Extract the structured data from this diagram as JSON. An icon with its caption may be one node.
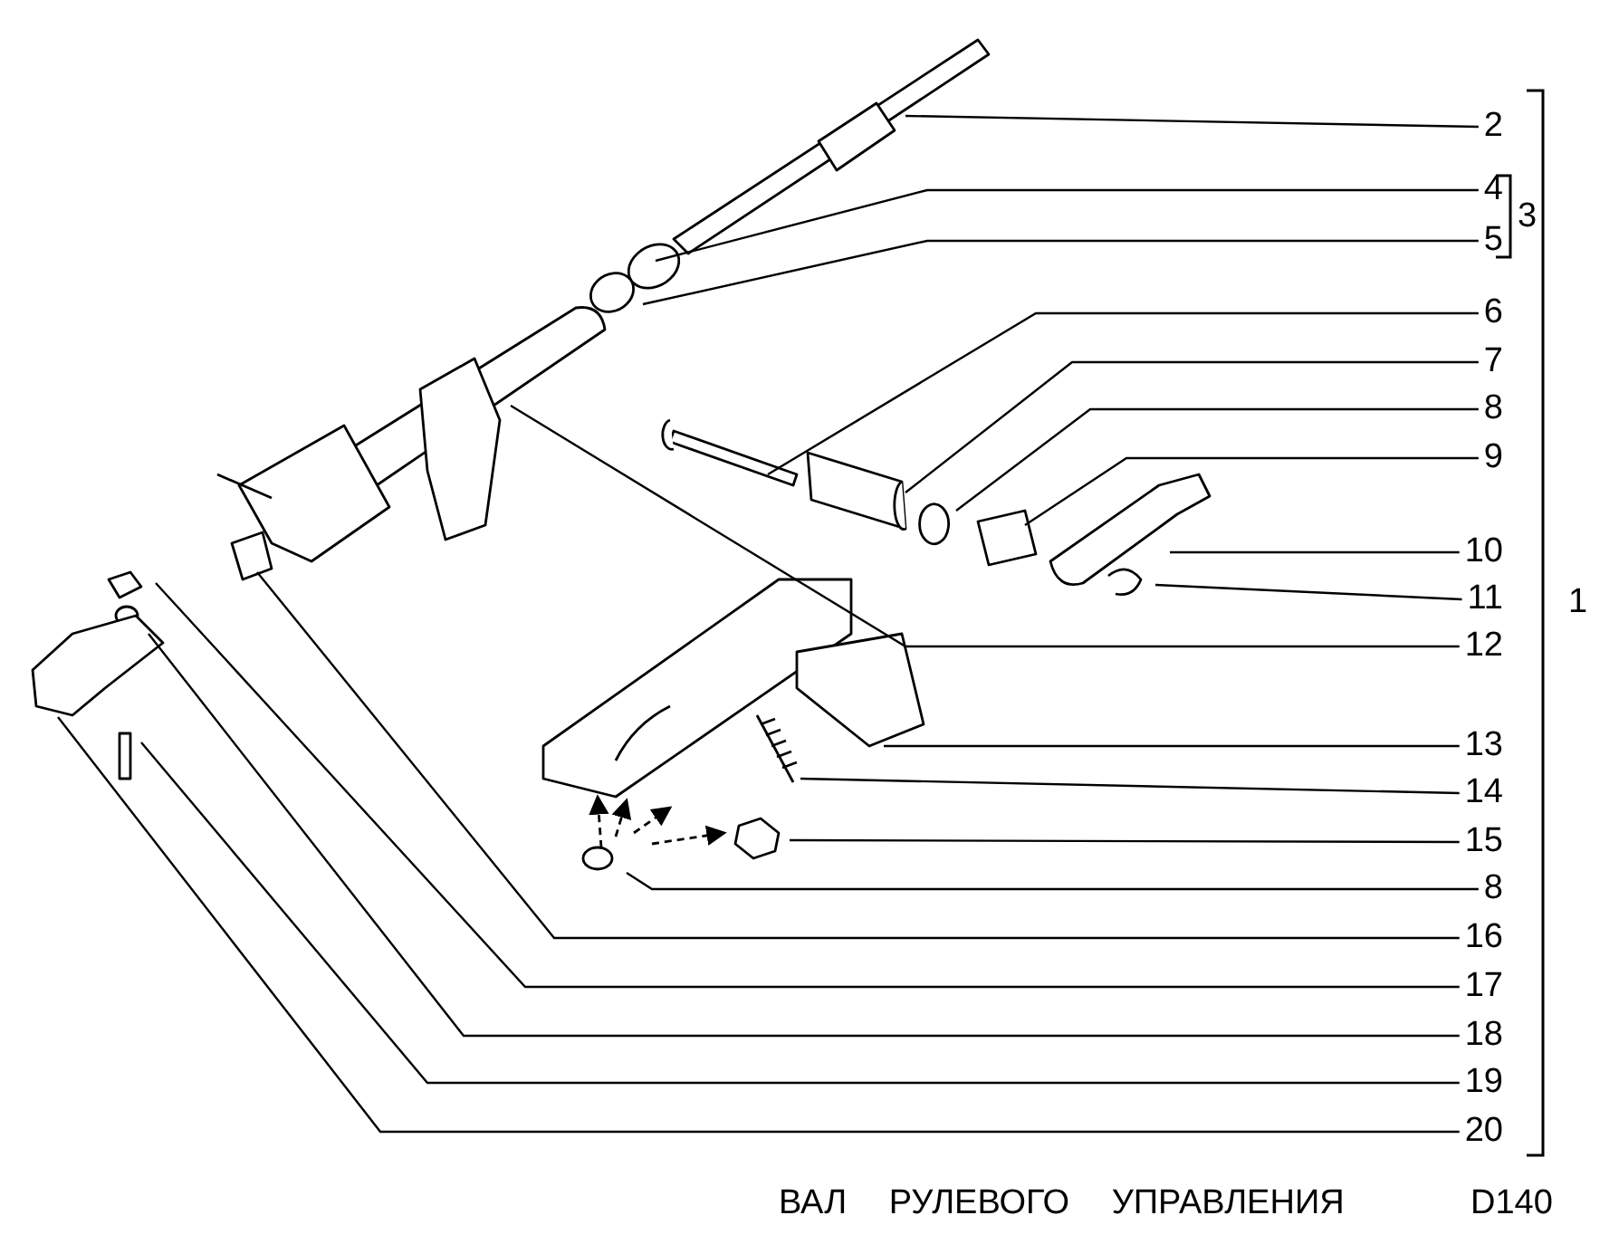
{
  "diagram": {
    "title": "ВАЛ РУЛЕВОГО УПРАВЛЕНИЯ",
    "nodes": [
      {
        "text": [
          "2"
        ]
      },
      {
        "text": [
          "4"
        ]
      },
      {
        "text": [
          "5"
        ]
      },
      {
        "text": [
          "6"
        ]
      },
      {
        "text": [
          "7"
        ]
      },
      {
        "text": [
          "8"
        ]
      },
      {
        "text": [
          "9"
        ]
      },
      {
        "text": [
          "10"
        ]
      },
      {
        "text": [
          "11"
        ]
      },
      {
        "text": [
          "12"
        ]
      },
      {
        "text": [
          "13"
        ]
      },
      {
        "text": [
          "14"
        ]
      },
      {
        "text": [
          "15"
        ]
      },
      {
        "text": [
          "8"
        ]
      },
      {
        "text": [
          "16"
        ]
      },
      {
        "text": [
          "17"
        ]
      },
      {
        "text": [
          "18"
        ]
      },
      {
        "text": [
          "19"
        ]
      },
      {
        "text": [
          "20"
        ]
      }
    ],
    "edges": [
      {
        "from": 0,
        "to": null,
        "arrow": "none"
      },
      {
        "from": 1,
        "to": null,
        "arrow": "none"
      },
      {
        "from": 2,
        "to": null,
        "arrow": "none"
      },
      {
        "from": 3,
        "to": null,
        "arrow": "none"
      },
      {
        "from": 4,
        "to": null,
        "arrow": "none"
      },
      {
        "from": 5,
        "to": null,
        "arrow": "none"
      },
      {
        "from": 6,
        "to": null,
        "arrow": "none"
      },
      {
        "from": 7,
        "to": null,
        "arrow": "none"
      },
      {
        "from": 8,
        "to": null,
        "arrow": "none"
      },
      {
        "from": 9,
        "to": null,
        "arrow": "none"
      },
      {
        "from": 10,
        "to": null,
        "arrow": "none"
      },
      {
        "from": 11,
        "to": null,
        "arrow": "none"
      },
      {
        "from": 12,
        "to": null,
        "arrow": "none"
      },
      {
        "from": 13,
        "to": null,
        "arrow": "none"
      },
      {
        "from": 14,
        "to": null,
        "arrow": "none"
      },
      {
        "from": 15,
        "to": null,
        "arrow": "none"
      },
      {
        "from": 16,
        "to": null,
        "arrow": "none"
      },
      {
        "from": 17,
        "to": null,
        "arrow": "none"
      },
      {
        "from": 18,
        "to": null,
        "arrow": "none"
      }
    ],
    "labels": [
      "3",
      "1",
      "D140"
    ]
  }
}
